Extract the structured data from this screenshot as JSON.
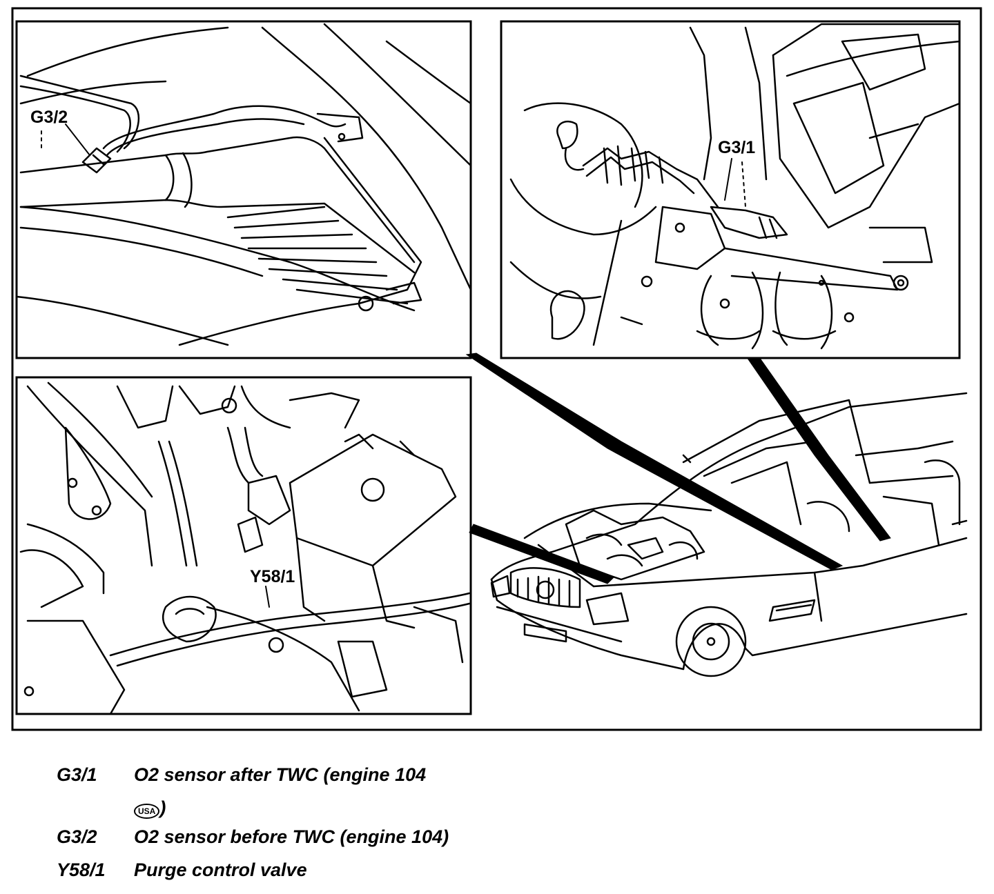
{
  "callouts": {
    "g3_2": "G3/2",
    "g3_1": "G3/1",
    "y58_1": "Y58/1"
  },
  "legend": [
    {
      "code": "G3/1",
      "description": "O2 sensor after TWC (engine 104",
      "continuation": ")",
      "badge": "USA"
    },
    {
      "code": "G3/2",
      "description": "O2 sensor before TWC (engine 104)"
    },
    {
      "code": "Y58/1",
      "description": "Purge control valve"
    }
  ],
  "colors": {
    "ink": "#000000",
    "paper": "#ffffff"
  }
}
